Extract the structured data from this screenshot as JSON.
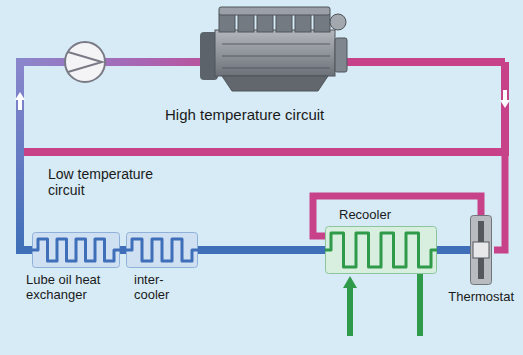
{
  "diagram": {
    "nodes": [
      {
        "text": [
          "Lube oil heat exchanger"
        ]
      },
      {
        "text": [
          "inter- cooler"
        ]
      },
      {
        "text": [
          "Recooler"
        ]
      },
      {
        "text": [
          "Thermostat"
        ]
      }
    ],
    "edges": [
      {
        "from": 0,
        "to": 1,
        "arrow": "none"
      },
      {
        "from": 1,
        "to": 2,
        "arrow": "none"
      },
      {
        "from": 2,
        "to": 3,
        "arrow": "none"
      },
      {
        "from": 2,
        "to": 3,
        "arrow": "none"
      }
    ],
    "labels": [
      "High temperature circuit",
      "Low temperature circuit"
    ]
  }
}
